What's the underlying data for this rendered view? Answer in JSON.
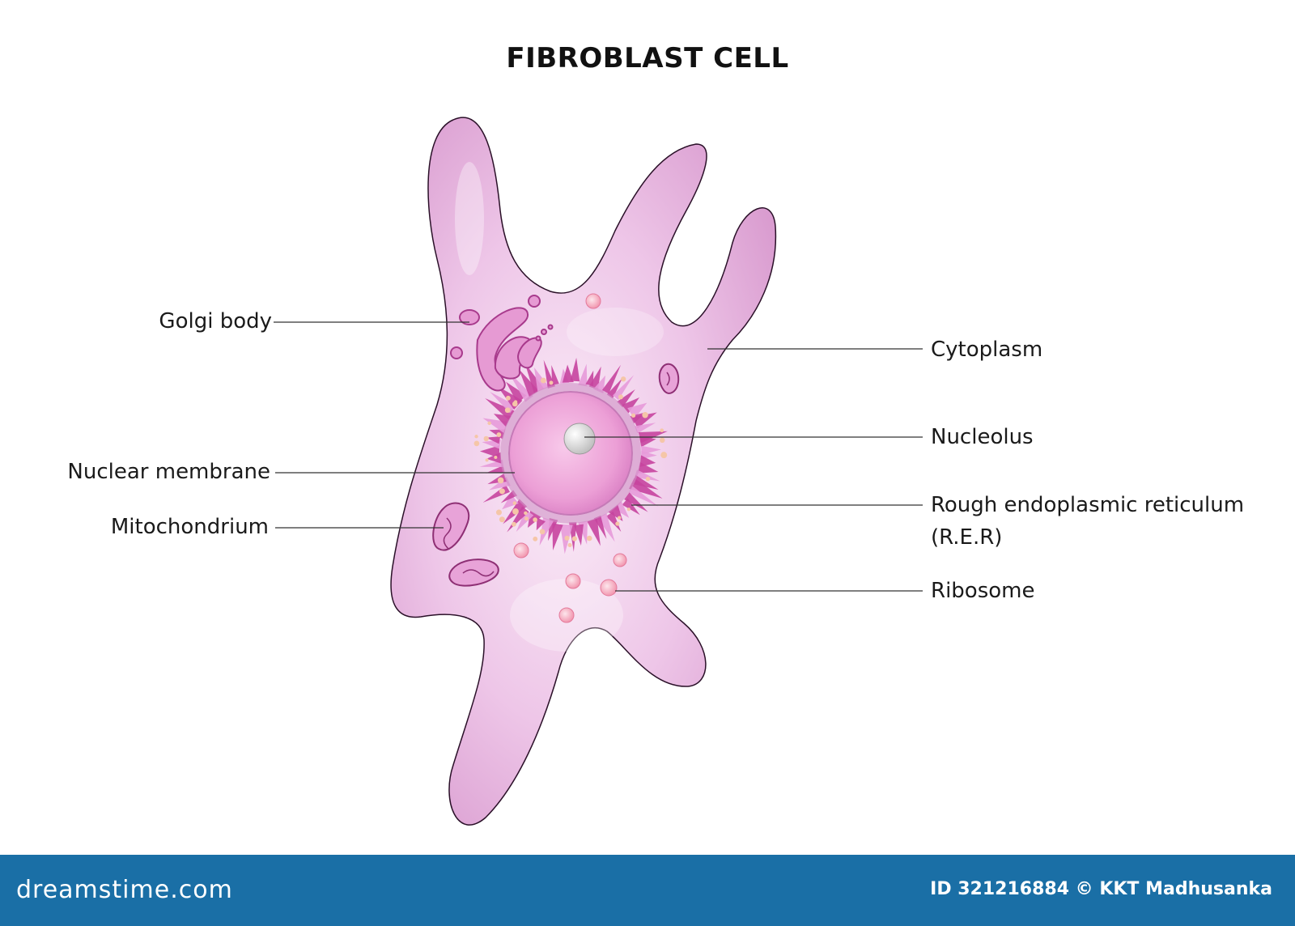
{
  "title": "FIBROBLAST CELL",
  "labels": {
    "golgi_body": "Golgi body",
    "nuclear_membrane": "Nuclear membrane",
    "mitochondrium": "Mitochondrium",
    "cytoplasm": "Cytoplasm",
    "nucleolus": "Nucleolus",
    "rer_line1": "Rough endoplasmic reticulum",
    "rer_line2": "(R.E.R)",
    "ribosome": "Ribosome"
  },
  "footer": {
    "brand": "dreamstime.com",
    "credit": "ID 321216884 © KKT Madhusanka"
  },
  "colors": {
    "cell_fill": "#e7b5df",
    "cell_light": "#f6e3f2",
    "nucleus": "#e98fd0",
    "organelle": "#c2409c",
    "footer_bg": "#1a6fa6"
  }
}
